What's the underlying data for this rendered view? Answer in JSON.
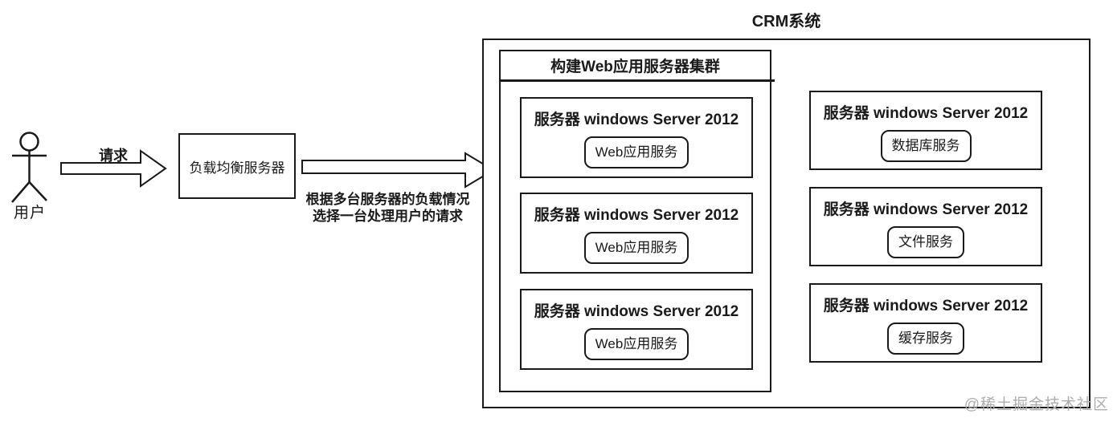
{
  "actor": {
    "label": "用户"
  },
  "arrow1": {
    "label": "请求"
  },
  "load_balancer": {
    "label": "负载均衡服务器"
  },
  "arrow2": {
    "caption_line1": "根据多台服务器的负载情况",
    "caption_line2": "选择一台处理用户的请求"
  },
  "crm": {
    "title": "CRM系统",
    "cluster": {
      "title": "构建Web应用服务器集群",
      "servers": [
        {
          "title": "服务器 windows Server 2012",
          "service": "Web应用服务"
        },
        {
          "title": "服务器 windows Server 2012",
          "service": "Web应用服务"
        },
        {
          "title": "服务器 windows Server 2012",
          "service": "Web应用服务"
        }
      ]
    },
    "servers": [
      {
        "title": "服务器 windows Server 2012",
        "service": "数据库服务"
      },
      {
        "title": "服务器 windows Server 2012",
        "service": "文件服务"
      },
      {
        "title": "服务器 windows Server 2012",
        "service": "缓存服务"
      }
    ]
  },
  "watermark": "@稀土掘金技术社区",
  "colors": {
    "line": "#1a1a1a",
    "text": "#1a1a1a",
    "watermark": "#adadad",
    "background": "#ffffff"
  }
}
